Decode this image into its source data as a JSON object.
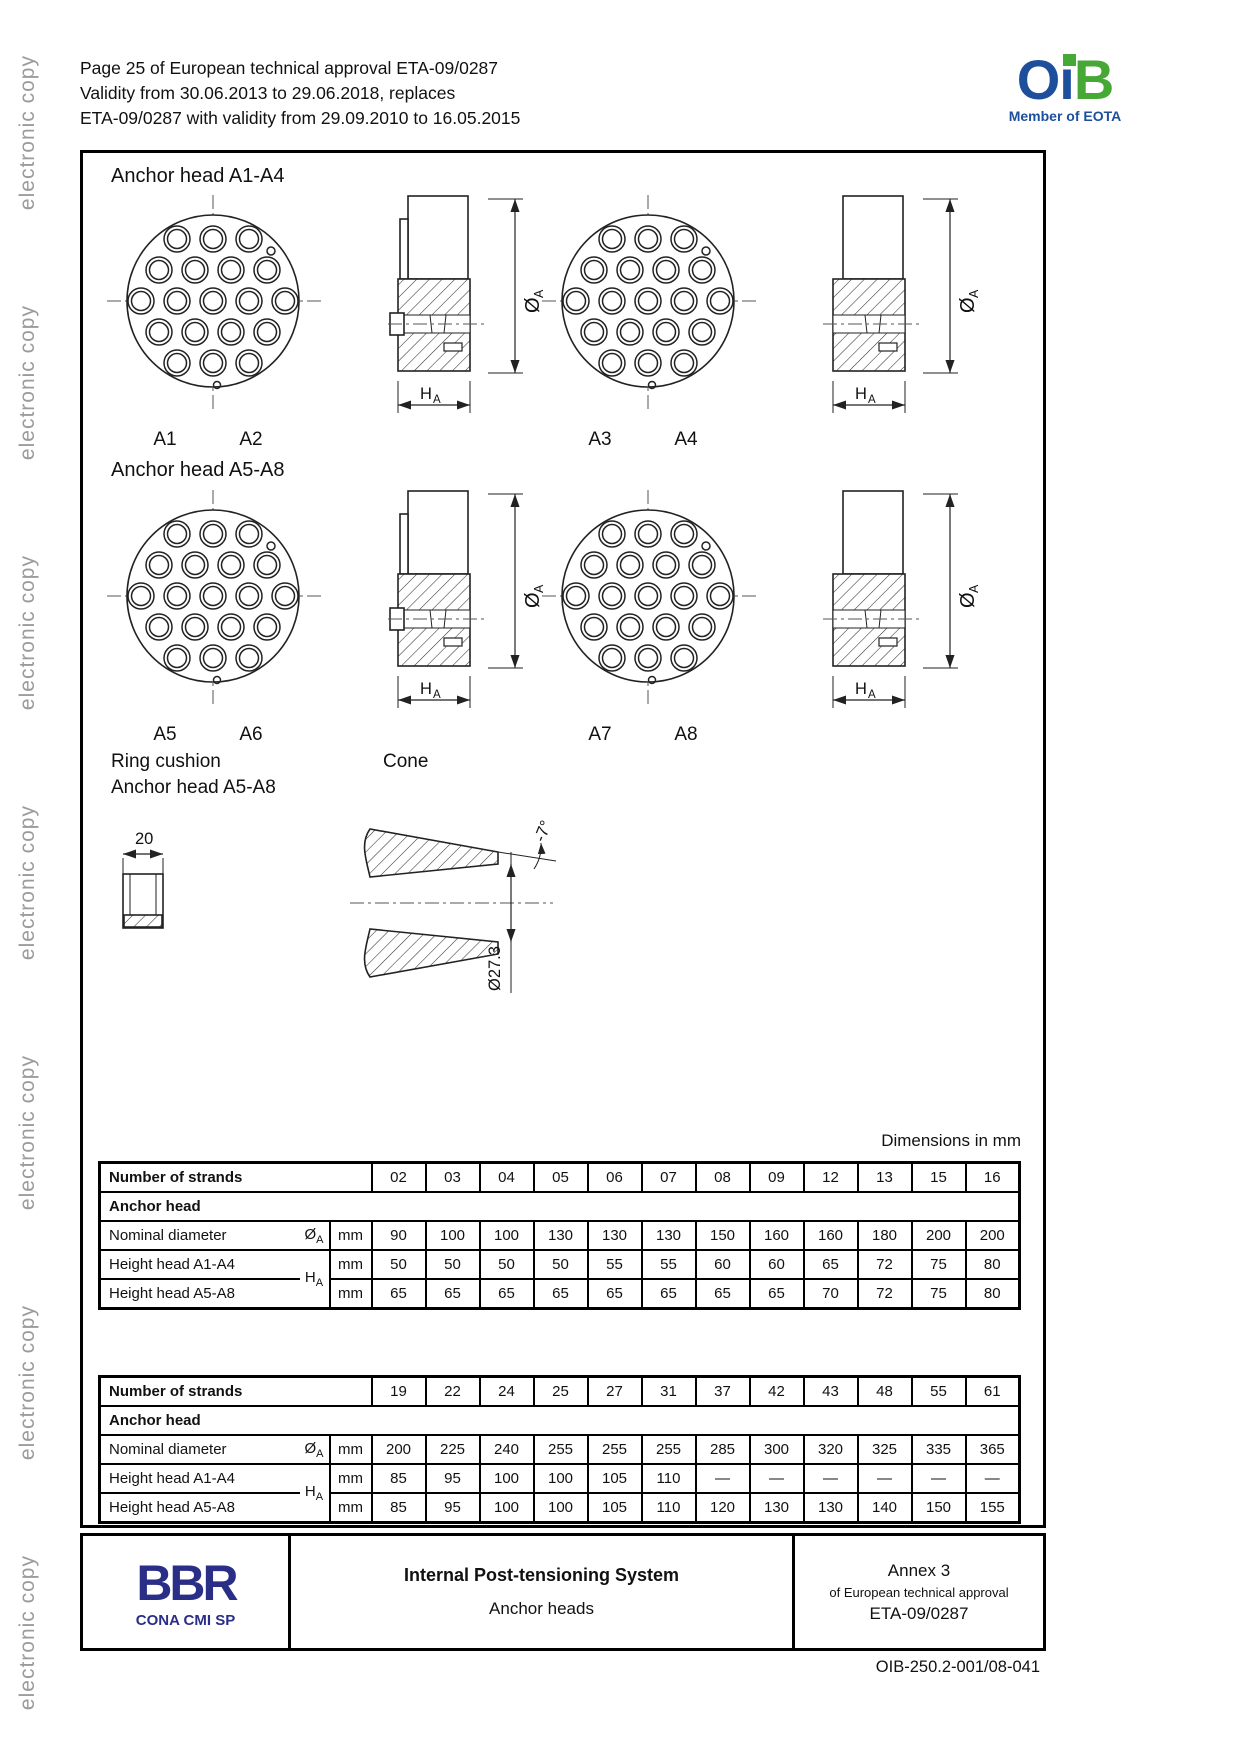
{
  "header": {
    "line1": "Page 25 of European technical approval ETA-09/0287",
    "line2": "Validity from 30.06.2013 to 29.06.2018, replaces",
    "line3": "ETA-09/0287 with validity from 29.09.2010 to 16.05.2015"
  },
  "watermark": {
    "text": "electronic copy"
  },
  "oib_logo": {
    "o": "O",
    "i": "i",
    "b": "B",
    "member": "Member of EOTA",
    "blue": "#1e4f9c",
    "green": "#46a835"
  },
  "drawings": {
    "section1_title": "Anchor head A1-A4",
    "section2_title": "Anchor head A5-A8",
    "ring_cushion_line1": "Ring cushion",
    "ring_cushion_line2": "Anchor head A5-A8",
    "cone_title": "Cone",
    "views": [
      {
        "left_label": "A1",
        "right_label": "A2"
      },
      {
        "left_label": "A3",
        "right_label": "A4"
      },
      {
        "left_label": "A5",
        "right_label": "A6"
      },
      {
        "left_label": "A7",
        "right_label": "A8"
      }
    ],
    "symbols": {
      "dia": "Ø",
      "h": "H",
      "sub": "A"
    },
    "ring_dim": "20",
    "cone_angle": "-7°",
    "cone_dia": "Ø27.3"
  },
  "dimensions_note": "Dimensions in mm",
  "tables": [
    {
      "strands_label": "Number of strands",
      "strands": [
        "02",
        "03",
        "04",
        "05",
        "06",
        "07",
        "08",
        "09",
        "12",
        "13",
        "15",
        "16"
      ],
      "section_label": "Anchor head",
      "unit": "mm",
      "rows": [
        {
          "label": "Nominal diameter",
          "symbol": {
            "main": "Ø",
            "sub": "A"
          },
          "values": [
            "90",
            "100",
            "100",
            "130",
            "130",
            "130",
            "150",
            "160",
            "160",
            "180",
            "200",
            "200"
          ]
        },
        {
          "label": "Height head A1-A4",
          "symbol": {
            "main": "H",
            "sub": "A"
          },
          "values": [
            "50",
            "50",
            "50",
            "50",
            "55",
            "55",
            "60",
            "60",
            "65",
            "72",
            "75",
            "80"
          ]
        },
        {
          "label": "Height head A5-A8",
          "values": [
            "65",
            "65",
            "65",
            "65",
            "65",
            "65",
            "65",
            "65",
            "70",
            "72",
            "75",
            "80"
          ]
        }
      ]
    },
    {
      "strands_label": "Number of strands",
      "strands": [
        "19",
        "22",
        "24",
        "25",
        "27",
        "31",
        "37",
        "42",
        "43",
        "48",
        "55",
        "61"
      ],
      "section_label": "Anchor head",
      "unit": "mm",
      "rows": [
        {
          "label": "Nominal diameter",
          "symbol": {
            "main": "Ø",
            "sub": "A"
          },
          "values": [
            "200",
            "225",
            "240",
            "255",
            "255",
            "255",
            "285",
            "300",
            "320",
            "325",
            "335",
            "365"
          ]
        },
        {
          "label": "Height head A1-A4",
          "symbol": {
            "main": "H",
            "sub": "A"
          },
          "values": [
            "85",
            "95",
            "100",
            "100",
            "105",
            "110",
            "—",
            "—",
            "—",
            "—",
            "—",
            "—"
          ]
        },
        {
          "label": "Height head A5-A8",
          "values": [
            "85",
            "95",
            "100",
            "100",
            "105",
            "110",
            "120",
            "130",
            "130",
            "140",
            "150",
            "155"
          ]
        }
      ]
    }
  ],
  "footer": {
    "logo_text": "BBR",
    "logo_caption": "CONA CMI SP",
    "title": "Internal Post-tensioning System",
    "subtitle": "Anchor heads",
    "annex": "Annex 3",
    "annex_sub": "of European technical approval",
    "annex_ref": "ETA-09/0287"
  },
  "doc_number": "OIB-250.2-001/08-041"
}
